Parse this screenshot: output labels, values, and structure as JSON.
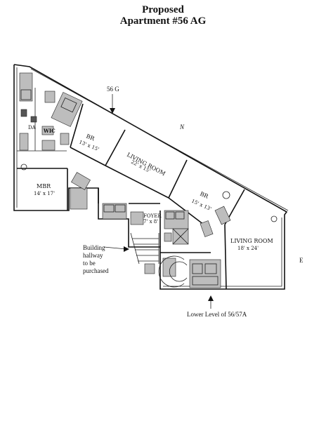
{
  "header": {
    "title_line1": "Proposed",
    "title_line2": "Apartment #56 AG"
  },
  "rooms": {
    "da": "DA",
    "wic": "WIC",
    "br1_name": "BR",
    "br1_size": "13' x 15'",
    "living1_name": "LIVING ROOM",
    "living1_size": "22' x 15'",
    "mbr_name": "MBR",
    "mbr_size": "14' x 17'",
    "br2_name": "BR",
    "br2_size": "15' x 13'",
    "foyer_name": "FOYER",
    "foyer_size": "7' x 8'",
    "living2_name": "LIVING ROOM",
    "living2_size": "18' x 24'"
  },
  "labels": {
    "unit_56g": "56 G",
    "compass_n": "N",
    "compass_e": "E",
    "hallway_line1": "Building",
    "hallway_line2": "hallway",
    "hallway_line3": "to be",
    "hallway_line4": "purchased",
    "lower_level": "Lower Level of 56/57A"
  }
}
